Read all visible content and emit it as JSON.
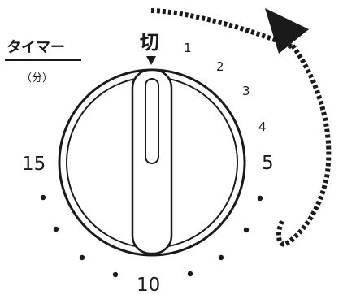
{
  "legend": {
    "title": "タイマー",
    "unit": "（分）"
  },
  "dial": {
    "off_label": "切",
    "marks": {
      "m1": "1",
      "m2": "2",
      "m3": "3",
      "m4": "4",
      "m5": "5",
      "m10": "10",
      "m15": "15"
    }
  },
  "colors": {
    "ink": "#1a1a1a",
    "background": "#ffffff"
  },
  "icons": {
    "arrow": "clockwise-dashed-arrow-icon",
    "pointer": "triangle-pointer-icon"
  }
}
